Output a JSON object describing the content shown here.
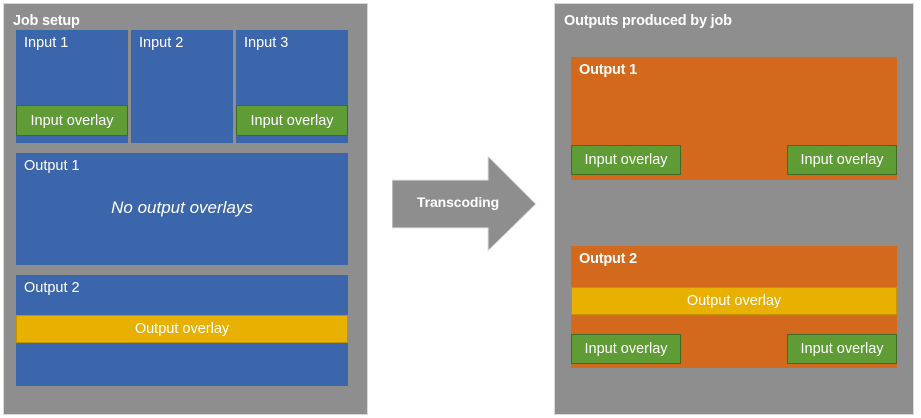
{
  "colors": {
    "panel_bg": "#8e8e8e",
    "input_blue": "#3c66ac",
    "output_orange": "#d2691c",
    "input_overlay_green": "#5f9c35",
    "output_overlay_yellow": "#e8b000",
    "arrow_gray": "#8e8e8e",
    "text_white": "#ffffff"
  },
  "left_panel": {
    "title": "Job setup",
    "inputs": [
      {
        "label": "Input 1",
        "overlay": "Input overlay"
      },
      {
        "label": "Input 2",
        "overlay": null
      },
      {
        "label": "Input 3",
        "overlay": "Input overlay"
      }
    ],
    "outputs": [
      {
        "label": "Output 1",
        "note": "No output overlays",
        "output_overlay": null
      },
      {
        "label": "Output 2",
        "note": null,
        "output_overlay": "Output overlay"
      }
    ]
  },
  "arrow": {
    "label": "Transcoding",
    "direction": "right"
  },
  "right_panel": {
    "title": "Outputs produced by job",
    "outputs": [
      {
        "label": "Output 1",
        "output_overlay": null,
        "input_overlays": [
          "Input overlay",
          "Input overlay"
        ]
      },
      {
        "label": "Output 2",
        "output_overlay": "Output overlay",
        "input_overlays": [
          "Input overlay",
          "Input overlay"
        ]
      }
    ]
  }
}
